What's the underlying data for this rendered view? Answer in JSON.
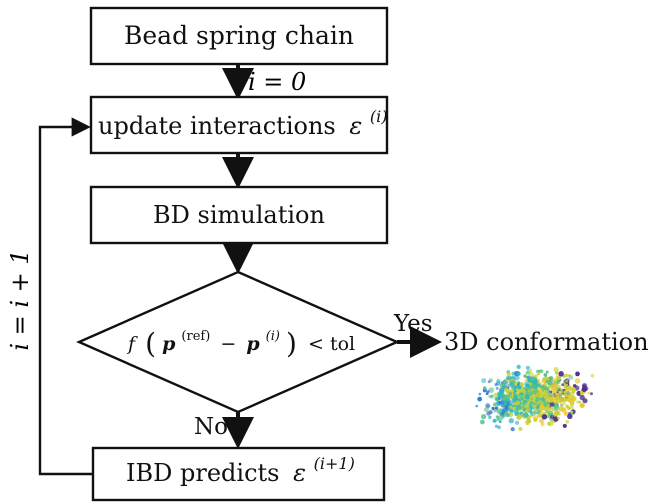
{
  "diagram": {
    "nodes": {
      "bead_spring": {
        "label": "Bead spring chain"
      },
      "update": {
        "label": "update interactions",
        "symbol": "ε",
        "superscript": "(i)"
      },
      "bd_sim": {
        "label": "BD simulation"
      },
      "decision": {
        "f": "f",
        "p": "p",
        "ref": "(ref)",
        "minus": "−",
        "pi_sup": "(i)",
        "lt": "< tol"
      },
      "ibd": {
        "label": "IBD predicts",
        "symbol": "ε",
        "superscript": "(i+1)"
      },
      "result": {
        "label": "3D conformation"
      }
    },
    "edges": {
      "init": {
        "label": "i = 0"
      },
      "yes": {
        "label": "Yes"
      },
      "no": {
        "label": "No"
      },
      "loop": {
        "label": "i = i + 1"
      }
    }
  },
  "colors": {
    "stroke": "#111111",
    "cloud": [
      "#3b4fc4",
      "#2f7fd0",
      "#2cb5c0",
      "#56c28a",
      "#c8d23c",
      "#e8c830",
      "#4a2f8a"
    ]
  }
}
